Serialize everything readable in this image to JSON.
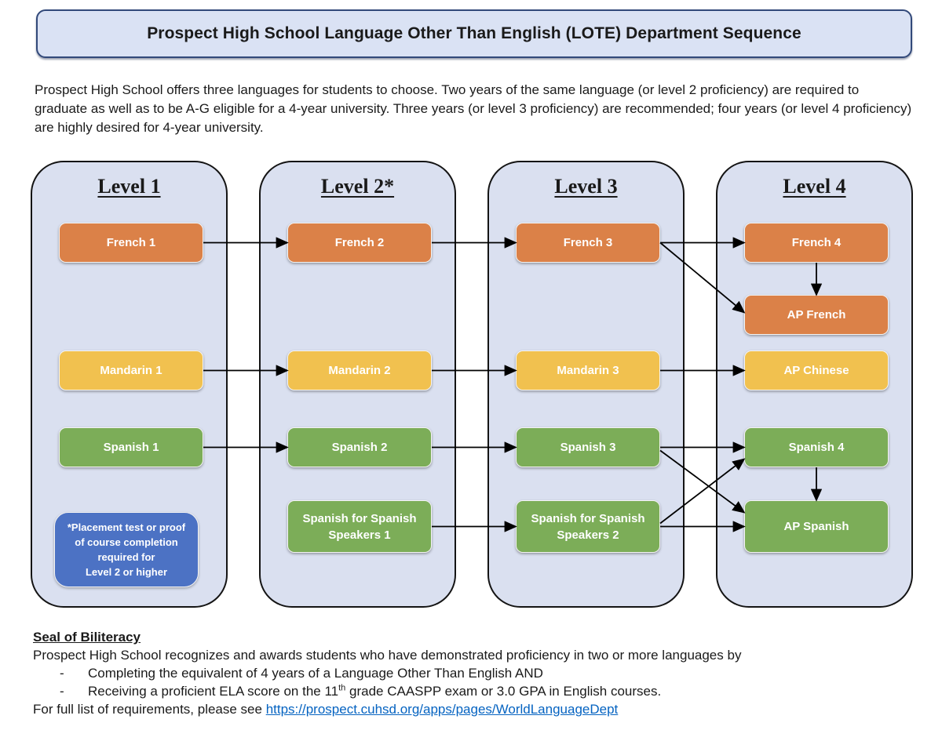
{
  "banner": {
    "title": "Prospect High School Language Other Than English (LOTE) Department Sequence"
  },
  "intro": "Prospect High School offers three languages for students to choose. Two years of the same language (or level 2 proficiency) are required to graduate as well as to be A-G eligible for a 4-year university. Three years (or level 3 proficiency) are recommended; four years (or level 4 proficiency) are highly desired for 4-year university.",
  "colors": {
    "orange": "#db8148",
    "yellow": "#f1c14f",
    "green": "#7cad58",
    "note_blue": "#4c72c4",
    "column_fill": "#dae0f0",
    "banner_fill": "#dae2f4",
    "banner_border": "#32497a",
    "link_blue": "#0563c1"
  },
  "diagram": {
    "columns": [
      {
        "id": "level1",
        "header": "Level 1"
      },
      {
        "id": "level2",
        "header": "Level 2*"
      },
      {
        "id": "level3",
        "header": "Level 3"
      },
      {
        "id": "level4",
        "header": "Level 4"
      }
    ],
    "nodes": [
      {
        "id": "french1",
        "label": "French 1",
        "column": 0,
        "row": 0,
        "color": "orange"
      },
      {
        "id": "french2",
        "label": "French 2",
        "column": 1,
        "row": 0,
        "color": "orange"
      },
      {
        "id": "french3",
        "label": "French 3",
        "column": 2,
        "row": 0,
        "color": "orange"
      },
      {
        "id": "french4",
        "label": "French 4",
        "column": 3,
        "row": 0,
        "color": "orange"
      },
      {
        "id": "apfrench",
        "label": "AP French",
        "column": 3,
        "row": 1,
        "color": "orange"
      },
      {
        "id": "mandarin1",
        "label": "Mandarin 1",
        "column": 0,
        "row": 2,
        "color": "yellow"
      },
      {
        "id": "mandarin2",
        "label": "Mandarin 2",
        "column": 1,
        "row": 2,
        "color": "yellow"
      },
      {
        "id": "mandarin3",
        "label": "Mandarin 3",
        "column": 2,
        "row": 2,
        "color": "yellow"
      },
      {
        "id": "apchinese",
        "label": "AP Chinese",
        "column": 3,
        "row": 2,
        "color": "yellow"
      },
      {
        "id": "spanish1",
        "label": "Spanish 1",
        "column": 0,
        "row": 3,
        "color": "green"
      },
      {
        "id": "spanish2",
        "label": "Spanish 2",
        "column": 1,
        "row": 3,
        "color": "green"
      },
      {
        "id": "spanish3",
        "label": "Spanish 3",
        "column": 2,
        "row": 3,
        "color": "green"
      },
      {
        "id": "spanish4",
        "label": "Spanish 4",
        "column": 3,
        "row": 3,
        "color": "green"
      },
      {
        "id": "sss1",
        "label": "Spanish for Spanish Speakers 1",
        "column": 1,
        "row": 4,
        "color": "green"
      },
      {
        "id": "sss2",
        "label": "Spanish for Spanish Speakers 2",
        "column": 2,
        "row": 4,
        "color": "green"
      },
      {
        "id": "apspanish",
        "label": "AP Spanish",
        "column": 3,
        "row": 4,
        "color": "green"
      }
    ],
    "note": {
      "lines": [
        "*Placement test or proof",
        "of course completion",
        "required for",
        "Level 2 or higher"
      ]
    },
    "edges": [
      {
        "from": "french1",
        "to": "french2",
        "fromSide": "right",
        "toSide": "left"
      },
      {
        "from": "french2",
        "to": "french3",
        "fromSide": "right",
        "toSide": "left"
      },
      {
        "from": "french3",
        "to": "french4",
        "fromSide": "right",
        "toSide": "left"
      },
      {
        "from": "french3",
        "to": "apfrench",
        "fromSide": "right",
        "toSide": "left",
        "toDy": -3
      },
      {
        "from": "french4",
        "to": "apfrench",
        "fromSide": "bottom",
        "toSide": "top"
      },
      {
        "from": "mandarin1",
        "to": "mandarin2",
        "fromSide": "right",
        "toSide": "left"
      },
      {
        "from": "mandarin2",
        "to": "mandarin3",
        "fromSide": "right",
        "toSide": "left"
      },
      {
        "from": "mandarin3",
        "to": "apchinese",
        "fromSide": "right",
        "toSide": "left"
      },
      {
        "from": "spanish1",
        "to": "spanish2",
        "fromSide": "right",
        "toSide": "left"
      },
      {
        "from": "spanish2",
        "to": "spanish3",
        "fromSide": "right",
        "toSide": "left"
      },
      {
        "from": "spanish3",
        "to": "spanish4",
        "fromSide": "right",
        "toSide": "left"
      },
      {
        "from": "spanish3",
        "to": "apspanish",
        "fromSide": "right",
        "toSide": "left",
        "fromDy": 4,
        "toDy": -18
      },
      {
        "from": "sss1",
        "to": "sss2",
        "fromSide": "right",
        "toSide": "left"
      },
      {
        "from": "sss2",
        "to": "spanish4",
        "fromSide": "right",
        "toSide": "left",
        "fromDy": -4,
        "toDy": 15
      },
      {
        "from": "sss2",
        "to": "apspanish",
        "fromSide": "right",
        "toSide": "left"
      },
      {
        "from": "spanish4",
        "to": "apspanish",
        "fromSide": "bottom",
        "toSide": "top"
      }
    ]
  },
  "footer": {
    "heading": "Seal of Biliteracy",
    "line1": "Prospect High School recognizes and awards students who have demonstrated proficiency in two or more languages by",
    "bullets": [
      {
        "dash": "-",
        "pre": "Completing the equivalent of 4 years of a Language Other Than English AND",
        "sup": "",
        "post": ""
      },
      {
        "dash": "-",
        "pre": "Receiving a proficient ELA score on the 11",
        "sup": "th",
        "post": " grade CAASPP exam or 3.0 GPA in English courses."
      }
    ],
    "line2_pre": "For full list of requirements, please see ",
    "link": "https://prospect.cuhsd.org/apps/pages/WorldLanguageDept"
  }
}
